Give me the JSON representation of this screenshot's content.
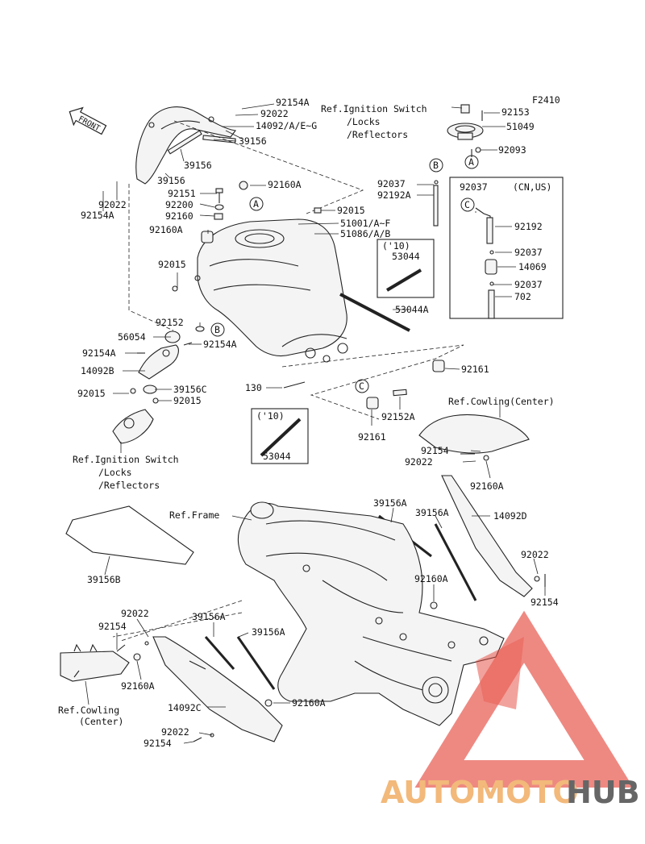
{
  "figure_code": "F2410",
  "front_label": "FRONT",
  "watermark": {
    "text_part1": "AUTOMOTO",
    "text_part2": "HUB",
    "color_red": "#e4473c",
    "color_orange": "#f2b97a",
    "color_gray": "#666666"
  },
  "box_cn_us": {
    "title": "(CN,US)"
  },
  "callouts": [
    "A",
    "B",
    "C"
  ],
  "labels": [
    {
      "id": "l1",
      "text": "92154A"
    },
    {
      "id": "l2",
      "text": "92022"
    },
    {
      "id": "l3",
      "text": "14092/A/E~G"
    },
    {
      "id": "l4",
      "text": "39156"
    },
    {
      "id": "l5",
      "text": "39156"
    },
    {
      "id": "l6",
      "text": "39156"
    },
    {
      "id": "l7",
      "text": "92022"
    },
    {
      "id": "l8",
      "text": "92154A"
    },
    {
      "id": "l9",
      "text": "Ref.Ignition Switch"
    },
    {
      "id": "l10",
      "text": "/Locks"
    },
    {
      "id": "l11",
      "text": "/Reflectors"
    },
    {
      "id": "l12",
      "text": "92153"
    },
    {
      "id": "l13",
      "text": "51049"
    },
    {
      "id": "l14",
      "text": "92093"
    },
    {
      "id": "l15",
      "text": "92151"
    },
    {
      "id": "l16",
      "text": "92200"
    },
    {
      "id": "l17",
      "text": "92160"
    },
    {
      "id": "l18",
      "text": "92160A"
    },
    {
      "id": "l19",
      "text": "92160A"
    },
    {
      "id": "l20",
      "text": "92015"
    },
    {
      "id": "l21",
      "text": "51001/A~F"
    },
    {
      "id": "l22",
      "text": "51086/A/B"
    },
    {
      "id": "l23",
      "text": "92037"
    },
    {
      "id": "l24",
      "text": "92192A"
    },
    {
      "id": "l25",
      "text": "92037"
    },
    {
      "id": "l26",
      "text": "92192"
    },
    {
      "id": "l27",
      "text": "92037"
    },
    {
      "id": "l28",
      "text": "14069"
    },
    {
      "id": "l29",
      "text": "92037"
    },
    {
      "id": "l30",
      "text": "702"
    },
    {
      "id": "l31",
      "text": "('10)"
    },
    {
      "id": "l32",
      "text": "53044"
    },
    {
      "id": "l33",
      "text": "53044A"
    },
    {
      "id": "l34",
      "text": "92015"
    },
    {
      "id": "l35",
      "text": "92152"
    },
    {
      "id": "l36",
      "text": "56054"
    },
    {
      "id": "l37",
      "text": "92154A"
    },
    {
      "id": "l38",
      "text": "92154A"
    },
    {
      "id": "l39",
      "text": "14092B"
    },
    {
      "id": "l40",
      "text": "39156C"
    },
    {
      "id": "l41",
      "text": "92015"
    },
    {
      "id": "l42",
      "text": "92015"
    },
    {
      "id": "l43",
      "text": "130"
    },
    {
      "id": "l44",
      "text": "92161"
    },
    {
      "id": "l45",
      "text": "92152A"
    },
    {
      "id": "l46",
      "text": "92161"
    },
    {
      "id": "l47",
      "text": "('10)"
    },
    {
      "id": "l48",
      "text": "53044"
    },
    {
      "id": "l49",
      "text": "Ref.Cowling(Center)"
    },
    {
      "id": "l50",
      "text": "92154"
    },
    {
      "id": "l51",
      "text": "92022"
    },
    {
      "id": "l52",
      "text": "92160A"
    },
    {
      "id": "l53",
      "text": "Ref.Ignition Switch"
    },
    {
      "id": "l54",
      "text": "/Locks"
    },
    {
      "id": "l55",
      "text": "/Reflectors"
    },
    {
      "id": "l56",
      "text": "Ref.Frame"
    },
    {
      "id": "l57",
      "text": "39156A"
    },
    {
      "id": "l58",
      "text": "39156A"
    },
    {
      "id": "l59",
      "text": "14092D"
    },
    {
      "id": "l60",
      "text": "39156B"
    },
    {
      "id": "l61",
      "text": "92022"
    },
    {
      "id": "l62",
      "text": "92160A"
    },
    {
      "id": "l63",
      "text": "92154"
    },
    {
      "id": "l64",
      "text": "92022"
    },
    {
      "id": "l65",
      "text": "92154"
    },
    {
      "id": "l66",
      "text": "39156A"
    },
    {
      "id": "l67",
      "text": "39156A"
    },
    {
      "id": "l68",
      "text": "92160A"
    },
    {
      "id": "l69",
      "text": "Ref.Cowling"
    },
    {
      "id": "l70",
      "text": "(Center)"
    },
    {
      "id": "l71",
      "text": "14092C"
    },
    {
      "id": "l72",
      "text": "92160A"
    },
    {
      "id": "l73",
      "text": "92022"
    },
    {
      "id": "l74",
      "text": "92154"
    }
  ]
}
